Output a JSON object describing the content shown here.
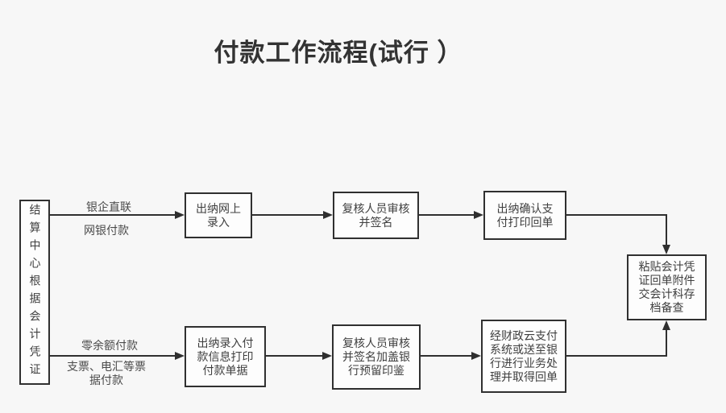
{
  "title": "付款工作流程(试行 ）",
  "colors": {
    "background": "#f7f7f7",
    "box_border": "#303030",
    "box_fill": "#fdfdfd",
    "text": "#3f3f3f",
    "arrow": "#2f2f2f"
  },
  "source": {
    "label": "结算中心根据会计凭证"
  },
  "top_flow": {
    "branch_label_above": "银企直联",
    "branch_label_below": "网银付款",
    "steps": [
      {
        "label": "出纳网上\n录入"
      },
      {
        "label": "复核人员审核\n并签名"
      },
      {
        "label": "出纳确认支\n付打印回单"
      }
    ]
  },
  "bottom_flow": {
    "branch_label_above": "零余额付款",
    "branch_label_below": "支票、电汇等票\n据付款",
    "steps": [
      {
        "label": "出纳录入付\n款信息打印\n付款单据"
      },
      {
        "label": "复核人员审核\n并签名加盖银\n行预留印鉴"
      },
      {
        "label": "经财政云支付\n系统或送至银\n行进行业务处\n理并取得回单"
      }
    ]
  },
  "final": {
    "label": "粘贴会计凭\n证回单附件\n交会计科存\n档备查"
  }
}
